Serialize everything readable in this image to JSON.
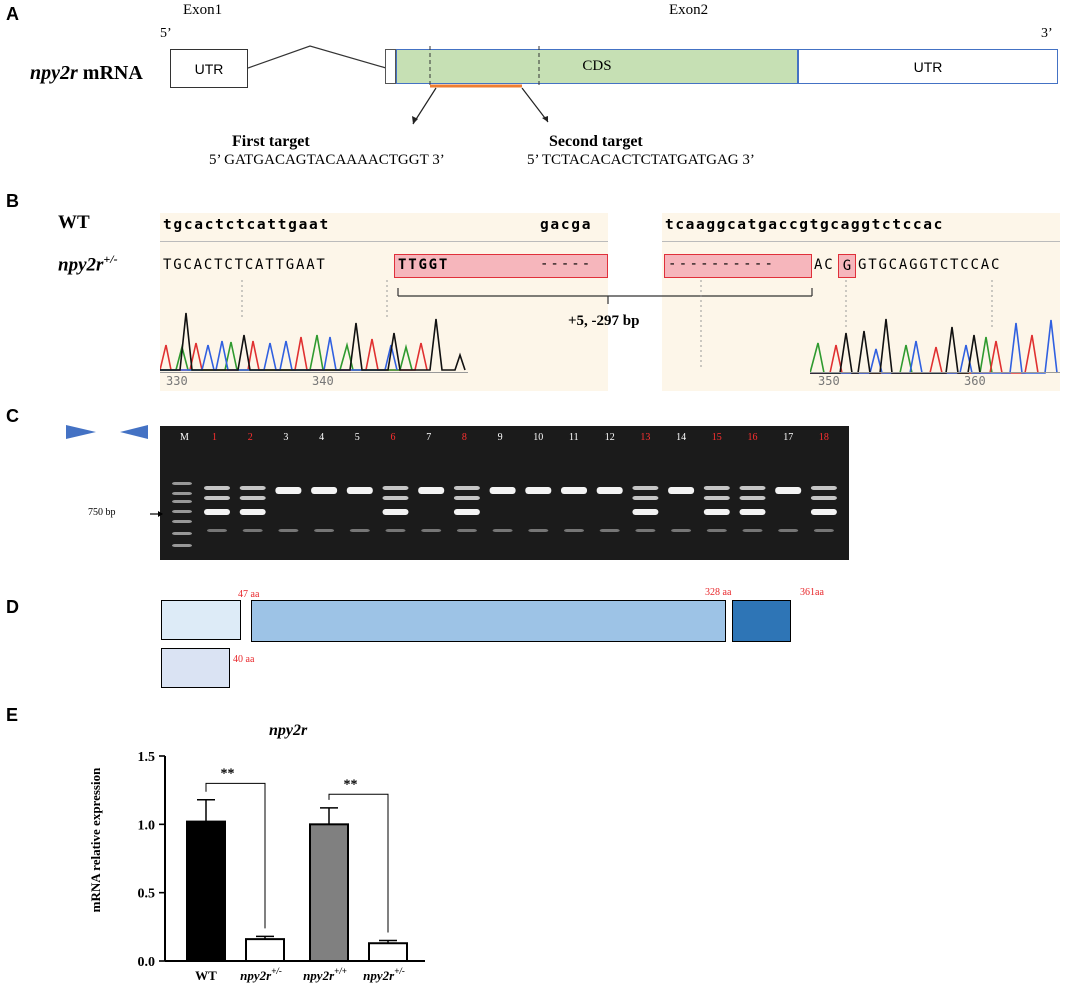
{
  "panels": {
    "a": "A",
    "b": "B",
    "c": "C",
    "d": "D",
    "e": "E"
  },
  "panel_a": {
    "exon1": "Exon1",
    "exon2": "Exon2",
    "five_prime": "5’",
    "three_prime": "3’",
    "gene_italic": "npy2r",
    "gene_suffix": " mRNA",
    "utr_left": "UTR",
    "cds": "CDS",
    "utr_right": "UTR",
    "first_target_label": "First target",
    "first_target_5": "5’",
    "first_target_seq": "GATGACAGTACAAAACTGGT",
    "first_target_3": "3’",
    "second_target_label": "Second target",
    "second_target_5": "5’",
    "second_target_seq": "TCTACACACTCTATGATGAG",
    "second_target_3": "3’",
    "colors": {
      "cds": "#c6e0b4",
      "exon_border": "#4472c4",
      "target_line": "#ed7d31"
    }
  },
  "panel_b": {
    "wt_label": "WT",
    "mut_label_italic": "npy2r",
    "mut_label_sup": "+/-",
    "wt_seq_left": "tgcactctcattgaat",
    "wt_seq_gap": "gacga",
    "wt_seq_right": "tcaaggcatgaccgtgcaggtctccac",
    "mut_seq_left": "TGCACTCTCATTGAAT",
    "mut_insert": "TTGGT",
    "mut_dash_left": "-----",
    "mut_dash_right": "----------",
    "mut_seq_ac": "AC",
    "mut_seq_g": "G",
    "mut_seq_right": "GTGCAGGTCTCCAC",
    "indel_label": "+5, -297 bp",
    "ruler_left": [
      "330",
      "340"
    ],
    "ruler_right": [
      "350",
      "360"
    ],
    "colors": {
      "background": "#fdf6e9",
      "highlight": "#f6b6bc",
      "highlight_border": "#e0303a"
    }
  },
  "panel_c": {
    "marker_label": "M",
    "lanes": [
      "1",
      "2",
      "3",
      "4",
      "5",
      "6",
      "7",
      "8",
      "9",
      "10",
      "11",
      "12",
      "13",
      "14",
      "15",
      "16",
      "17",
      "18"
    ],
    "red_lanes": [
      "1",
      "2",
      "6",
      "8",
      "13",
      "15",
      "16",
      "18"
    ],
    "size_label": "750 bp",
    "colors": {
      "primer": "#4472c4",
      "gel": "#1a1a1a"
    }
  },
  "panel_d": {
    "label_47": "47 aa",
    "label_328": "328 aa",
    "label_361": "361aa",
    "label_40": "40 aa",
    "colors": {
      "seg1": "#ddebf7",
      "seg2": "#9dc3e6",
      "seg3": "#2e75b6",
      "truncated": "#dae3f3"
    }
  },
  "panel_e": {
    "title": "npy2r",
    "ylabel": "mRNA relative expression",
    "yticks": [
      "0.0",
      "0.5",
      "1.0",
      "1.5"
    ],
    "xlabels": [
      {
        "main": "WT",
        "sup": ""
      },
      {
        "main": "npy2r",
        "sup": "+/-"
      },
      {
        "main": "npy2r",
        "sup": "+/+"
      },
      {
        "main": "npy2r",
        "sup": "+/-"
      }
    ],
    "sig_left": "**",
    "sig_right": "**"
  },
  "chart_data": {
    "type": "bar",
    "title": "npy2r",
    "ylabel": "mRNA relative expression",
    "xlabel": "",
    "categories": [
      "WT",
      "npy2r+/-",
      "npy2r+/+",
      "npy2r+/-"
    ],
    "values": [
      1.02,
      0.16,
      1.0,
      0.13
    ],
    "errors": [
      0.16,
      0.02,
      0.12,
      0.02
    ],
    "fills": [
      "#000000",
      "#ffffff",
      "#808080",
      "#ffffff"
    ],
    "ylim": [
      0,
      1.5
    ],
    "grid": false,
    "significance": [
      {
        "from": 0,
        "to": 1,
        "label": "**"
      },
      {
        "from": 2,
        "to": 3,
        "label": "**"
      }
    ]
  }
}
